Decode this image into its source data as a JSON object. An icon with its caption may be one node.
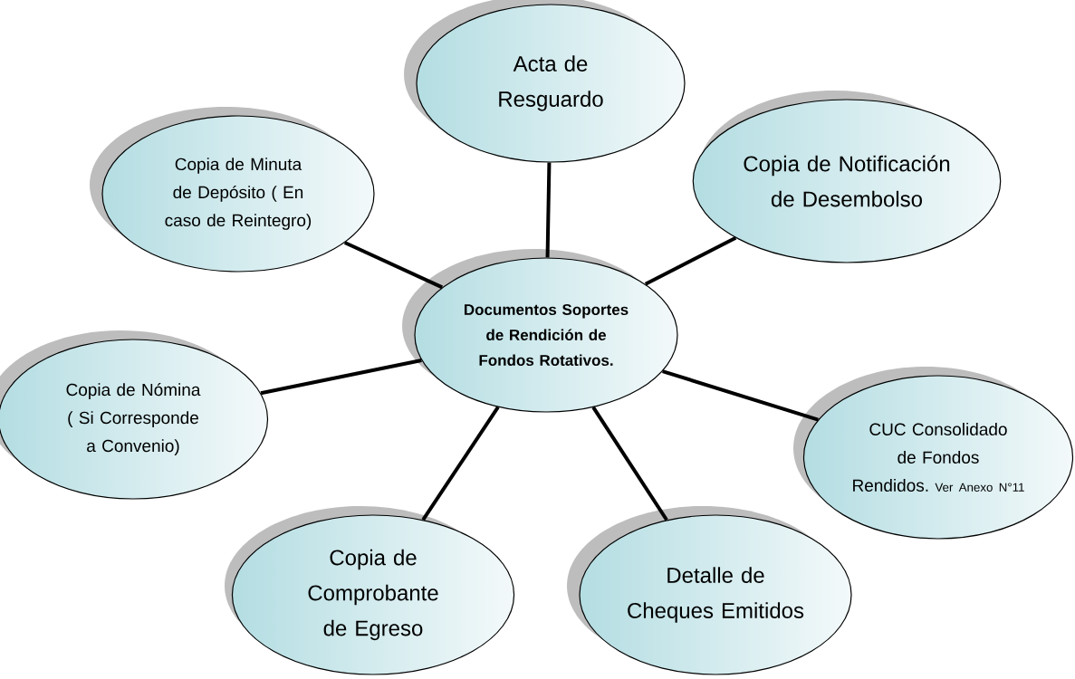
{
  "diagram": {
    "nodes": [
      {
        "text": [
          "Documentos Soportes de Rendición de Fondos Rotativos."
        ]
      },
      {
        "text": [
          "Acta de Resguardo"
        ]
      },
      {
        "text": [
          "Copia de Notificación de Desembolso"
        ]
      },
      {
        "text": [
          "CUC Consolidado de Fondos Rendidos.",
          "Ver Anexo N°11"
        ]
      },
      {
        "text": [
          "Detalle de Cheques Emitidos"
        ]
      },
      {
        "text": [
          "Copia de Comprobante de Egreso"
        ]
      },
      {
        "text": [
          "Copia de Nómina ( Si Corresponde a Convenio)"
        ]
      },
      {
        "text": [
          "Copia de Minuta de Depósito ( En caso de Reintegro)"
        ]
      }
    ],
    "edges": [
      {
        "from": 0,
        "to": 1,
        "arrow": "none"
      },
      {
        "from": 0,
        "to": 2,
        "arrow": "none"
      },
      {
        "from": 0,
        "to": 3,
        "arrow": "none"
      },
      {
        "from": 0,
        "to": 4,
        "arrow": "none"
      },
      {
        "from": 0,
        "to": 5,
        "arrow": "none"
      },
      {
        "from": 0,
        "to": 6,
        "arrow": "none"
      },
      {
        "from": 0,
        "to": 7,
        "arrow": "none"
      }
    ]
  }
}
